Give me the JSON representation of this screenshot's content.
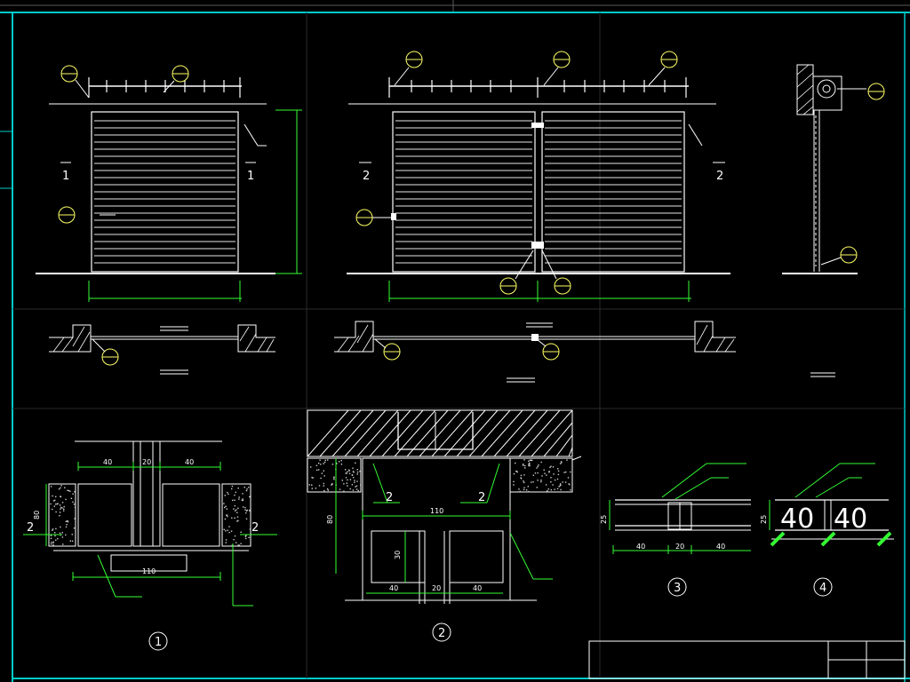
{
  "colors": {
    "background": "#000000",
    "frame": "#00cccc",
    "grid": "#5a5a5a",
    "linework": "#ffffff",
    "dimension": "#33ff33",
    "bubble": "#ffff66"
  },
  "section_marks": {
    "s1_left": "1",
    "s1_right": "1",
    "s2_left": "2",
    "s2_right": "2",
    "d2_left": "2",
    "d2_right": "2",
    "d1_left": "2",
    "d1_right": "2"
  },
  "detail_numbers": [
    "1",
    "2",
    "3",
    "4"
  ],
  "dimensions": {
    "d1_top_left": "40",
    "d1_top_mid": "20",
    "d1_top_right": "40",
    "d1_bottom": "110",
    "d1_side": "80",
    "d2_width": "110",
    "d2_height": "80",
    "d2_inner": "30",
    "d2_bot_left": "40",
    "d2_bot_mid": "20",
    "d2_bot_right": "40",
    "d3_left": "40",
    "d3_mid": "20",
    "d3_right": "40",
    "d3_height": "25",
    "d4_height": "25",
    "d4_big_left": "40",
    "d4_big_right": "40"
  }
}
